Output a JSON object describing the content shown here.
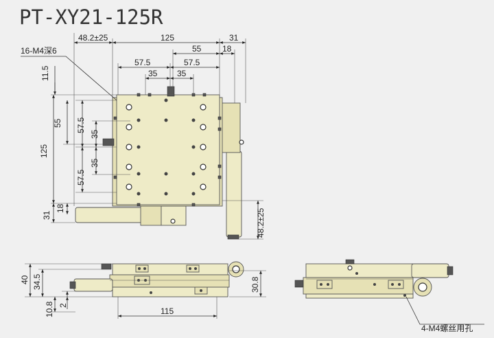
{
  "title": "PT-XY21-125R",
  "top_view": {
    "callout": "16-M4深6",
    "dims_top": {
      "micrometer_offset": "48.2±25",
      "width": "125",
      "side": "31",
      "d55": "55",
      "d18": "18",
      "d57_5_left": "57.5",
      "d57_5_right": "57.5",
      "d35_left": "35",
      "d35_right": "35"
    },
    "dims_left": {
      "d11_5": "11.5",
      "d55": "55",
      "d125": "125",
      "d57_5_top": "57.5",
      "d35_top": "35",
      "d35_bottom": "35",
      "d57_5_bottom": "57.5",
      "d18": "18",
      "d31": "31"
    },
    "dim_right": "48.2±25"
  },
  "front_view": {
    "dims": {
      "h40": "40",
      "h34_5": "34.5",
      "h10_8": "10.8",
      "h2": "2",
      "w115": "115",
      "h30_8": "30.8"
    }
  },
  "side_view": {
    "callout": "4-M4螺丝用孔"
  }
}
